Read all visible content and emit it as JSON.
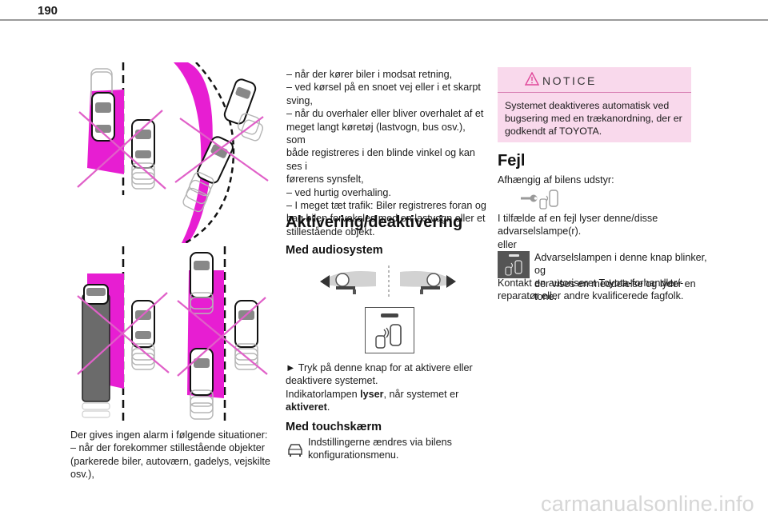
{
  "page": {
    "number": "190"
  },
  "left_col": {
    "caption_lines": [
      "Der gives ingen alarm i følgende situationer:",
      "– når der forekommer stillestående objekter",
      "(parkerede biler, autoværn, gadelys, vejskilte",
      "osv.),"
    ]
  },
  "mid_col": {
    "bullets": [
      "– når der kører biler i modsat retning,",
      "– ved kørsel på en snoet vej eller i et skarpt",
      "sving,",
      "– når du overhaler eller bliver overhalet af et",
      "meget langt køretøj (lastvogn, bus osv.), som",
      "både registreres i den blinde vinkel og kan ses i",
      "førerens synsfelt,",
      "– ved hurtig overhaling.",
      "– I meget tæt trafik: Biler registreres foran og",
      "bag bilen forveksles med en lastvogn eller et",
      "stillestående objekt."
    ],
    "section_heading": "Aktivering/deaktivering",
    "audio_heading": "Med audiosystem",
    "press_lines": [
      "► Tryk på denne knap for at aktivere eller",
      "deaktivere systemet."
    ],
    "indicator": {
      "prefix": "Indikatorlampen ",
      "bold1": "lyser",
      "middle": ", når systemet er",
      "bold2": "aktiveret",
      "suffix": "."
    },
    "touch_heading": "Med touchskærm",
    "touch_lines": [
      "Indstillingerne ændres via bilens",
      "konfigurationsmenu."
    ]
  },
  "notice": {
    "title": "NOTICE",
    "body_lines": [
      "Systemet deaktiveres automatisk ved",
      "bugsering med en trækanordning, der er",
      "godkendt af TOYOTA."
    ]
  },
  "right_col": {
    "heading": "Fejl",
    "intro": "Afhængig af bilens udstyr:",
    "after_icons_lines": [
      "I tilfælde af en fejl lyser denne/disse",
      "advarselslampe(r).",
      "eller"
    ],
    "button_lines": [
      "Advarselslampen i denne knap blinker, og",
      "der vises en meddelelse og lyder en tone."
    ],
    "contact_lines": [
      "Kontakt en autoriseret Toyota-forhandler/-",
      "reparatør eller andre kvalificerede fagfolk."
    ]
  },
  "watermark": "carmanualsonline.info",
  "colors": {
    "magenta": "#e71ed2",
    "cross": "#e060c8",
    "notice_bg": "#f9d9ec",
    "notice_border": "#d67ab0"
  }
}
